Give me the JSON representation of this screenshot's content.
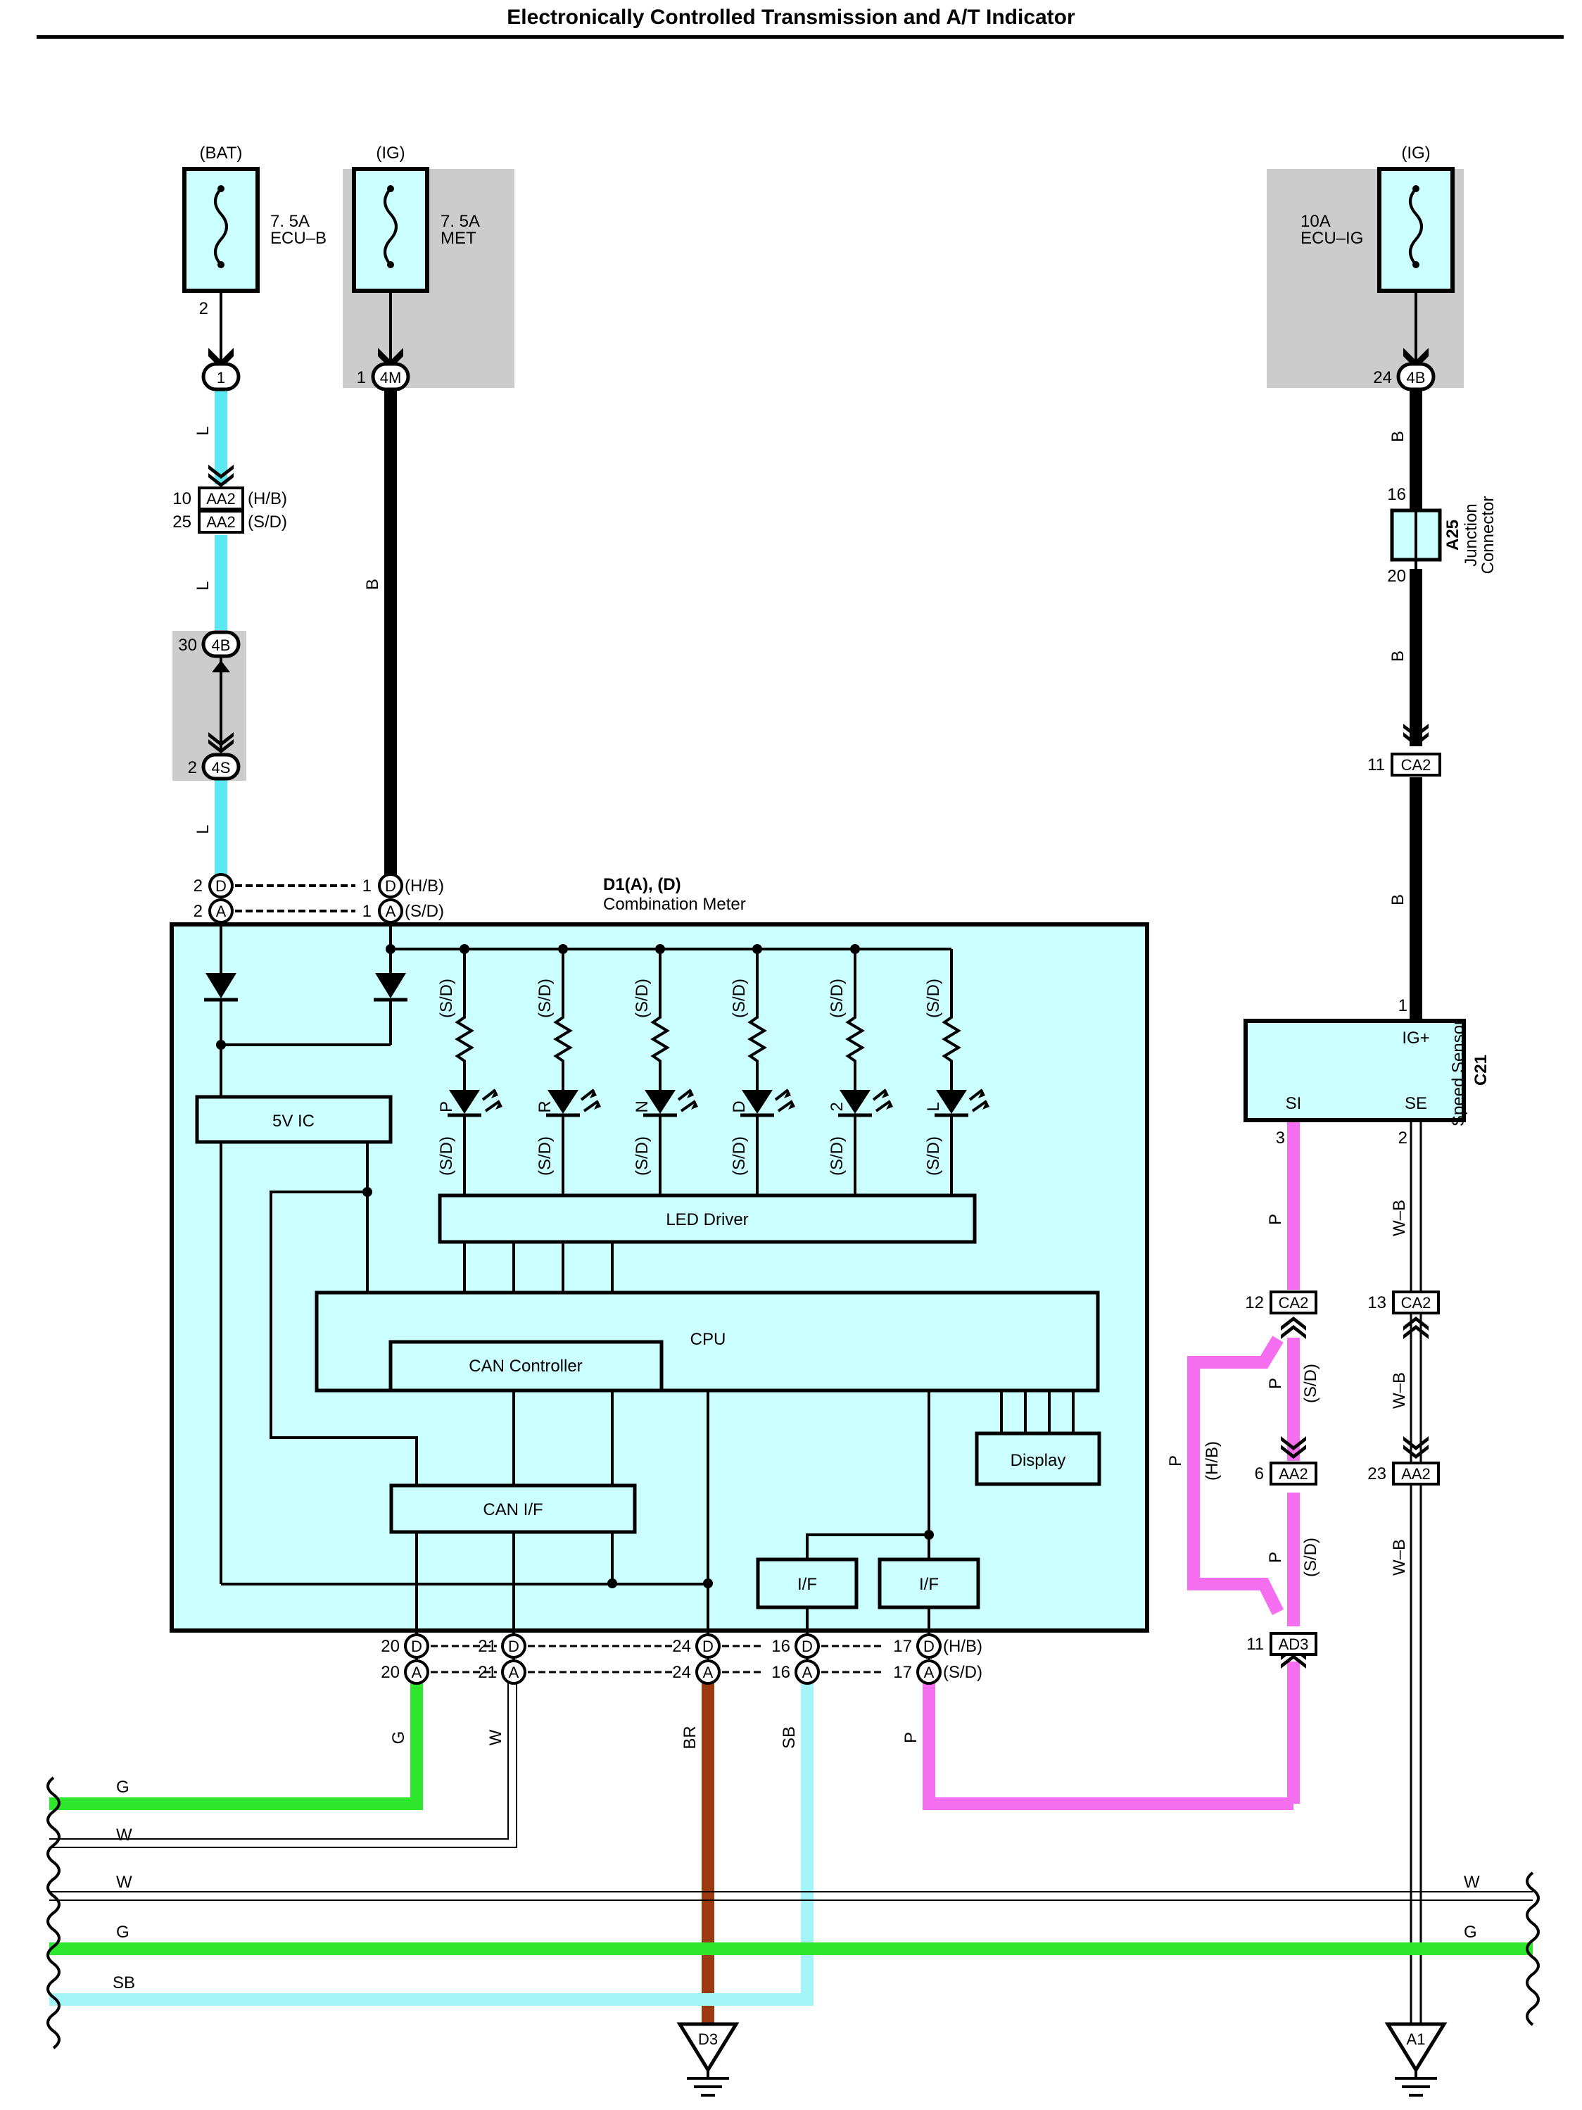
{
  "title": "Electronically Controlled Transmission and A/T Indicator",
  "colors": {
    "L": "#5ce8f2",
    "B": "#000000",
    "P": "#f56ef0",
    "G": "#2ee62e",
    "W": "#ffffff",
    "SB": "#a3f5f7",
    "BR": "#9a3a0e",
    "WB": "#000000",
    "meter_fill": "#ccffff",
    "shade": "#cccccc"
  },
  "fuses": [
    {
      "source": "(BAT)",
      "rating": "7. 5A",
      "name": "ECU–B",
      "pin": "2"
    },
    {
      "source": "(IG)",
      "rating": "7. 5A",
      "name": "MET"
    },
    {
      "source": "(IG)",
      "rating": "10A",
      "name": "ECU–IG"
    }
  ],
  "left_column": {
    "conn1": {
      "label": "1"
    },
    "pin_4M": "1",
    "label_4M": "4M",
    "wire_L1": "L",
    "wire_L2": "L",
    "wire_L3": "L",
    "wire_B": "B",
    "aa2_hb": {
      "pin": "10",
      "name": "AA2",
      "note": "(H/B)"
    },
    "aa2_sd": {
      "pin": "25",
      "name": "AA2",
      "note": "(S/D)"
    },
    "j4b": {
      "pin": "30",
      "name": "4B"
    },
    "j4s": {
      "pin": "2",
      "name": "4S"
    }
  },
  "meter_top": {
    "d_left_pin": "2",
    "d_left": "D",
    "a_left_pin": "2",
    "a_left": "A",
    "d_right_pin": "1",
    "d_right": "D",
    "hb": "(H/B)",
    "a_right_pin": "1",
    "a_right": "A",
    "sd": "(S/D)"
  },
  "meter": {
    "name": "D1(A), (D)",
    "subtitle": "Combination Meter",
    "ic5v": "5V IC",
    "led_driver": "LED Driver",
    "cpu": "CPU",
    "can_controller": "CAN Controller",
    "can_if": "CAN I/F",
    "display": "Display",
    "if1": "I/F",
    "if2": "I/F",
    "leds": [
      {
        "label": "P",
        "note": "(S/D)"
      },
      {
        "label": "R",
        "note": "(S/D)"
      },
      {
        "label": "N",
        "note": "(S/D)"
      },
      {
        "label": "D",
        "note": "(S/D)"
      },
      {
        "label": "2",
        "note": "(S/D)"
      },
      {
        "label": "L",
        "note": "(S/D)"
      }
    ]
  },
  "meter_bottom": [
    {
      "pin": "20",
      "wire": "G"
    },
    {
      "pin": "21",
      "wire": "W"
    },
    {
      "pin": "24",
      "wire": "BR"
    },
    {
      "pin": "16",
      "wire": "SB"
    },
    {
      "pin": "17",
      "wire": "P"
    }
  ],
  "bottom_letters": {
    "d": "D",
    "a": "A",
    "hb": "(H/B)",
    "sd": "(S/D)"
  },
  "right_column": {
    "pin_24": "24",
    "label_4B": "4B",
    "wire_B1": "B",
    "wire_B2": "B",
    "wire_B3": "B",
    "a25": {
      "top_pin": "16",
      "bottom_pin": "20",
      "code": "A25",
      "name_line1": "Junction",
      "name_line2": "Connector"
    },
    "ca2_top": {
      "pin": "11",
      "name": "CA2"
    }
  },
  "speed_sensor": {
    "code": "C21",
    "name": "Speed Sensor",
    "ig": "IG+",
    "ig_pin": "1",
    "si": "SI",
    "se": "SE",
    "si_pin": "3",
    "se_pin": "2"
  },
  "sensor_lower": {
    "wire_P1": "P",
    "wire_P2": "P",
    "wire_P3": "P",
    "wire_P_loop": "P",
    "wire_WB1": "W–B",
    "wire_WB2": "W–B",
    "wire_WB3": "W–B",
    "sd1": "(S/D)",
    "hb": "(H/B)",
    "sd2": "(S/D)",
    "ca2_12": {
      "pin": "12",
      "name": "CA2"
    },
    "ca2_13": {
      "pin": "13",
      "name": "CA2"
    },
    "aa2_6": {
      "pin": "6",
      "name": "AA2"
    },
    "aa2_23": {
      "pin": "23",
      "name": "AA2"
    },
    "ad3_11": {
      "pin": "11",
      "name": "AD3"
    }
  },
  "bus": [
    {
      "label": "G"
    },
    {
      "label": "W"
    },
    {
      "label": "W",
      "right_label": "W"
    },
    {
      "label": "G",
      "right_label": "G"
    },
    {
      "label": "SB"
    }
  ],
  "grounds": [
    {
      "label": "D3"
    },
    {
      "label": "A1"
    }
  ]
}
